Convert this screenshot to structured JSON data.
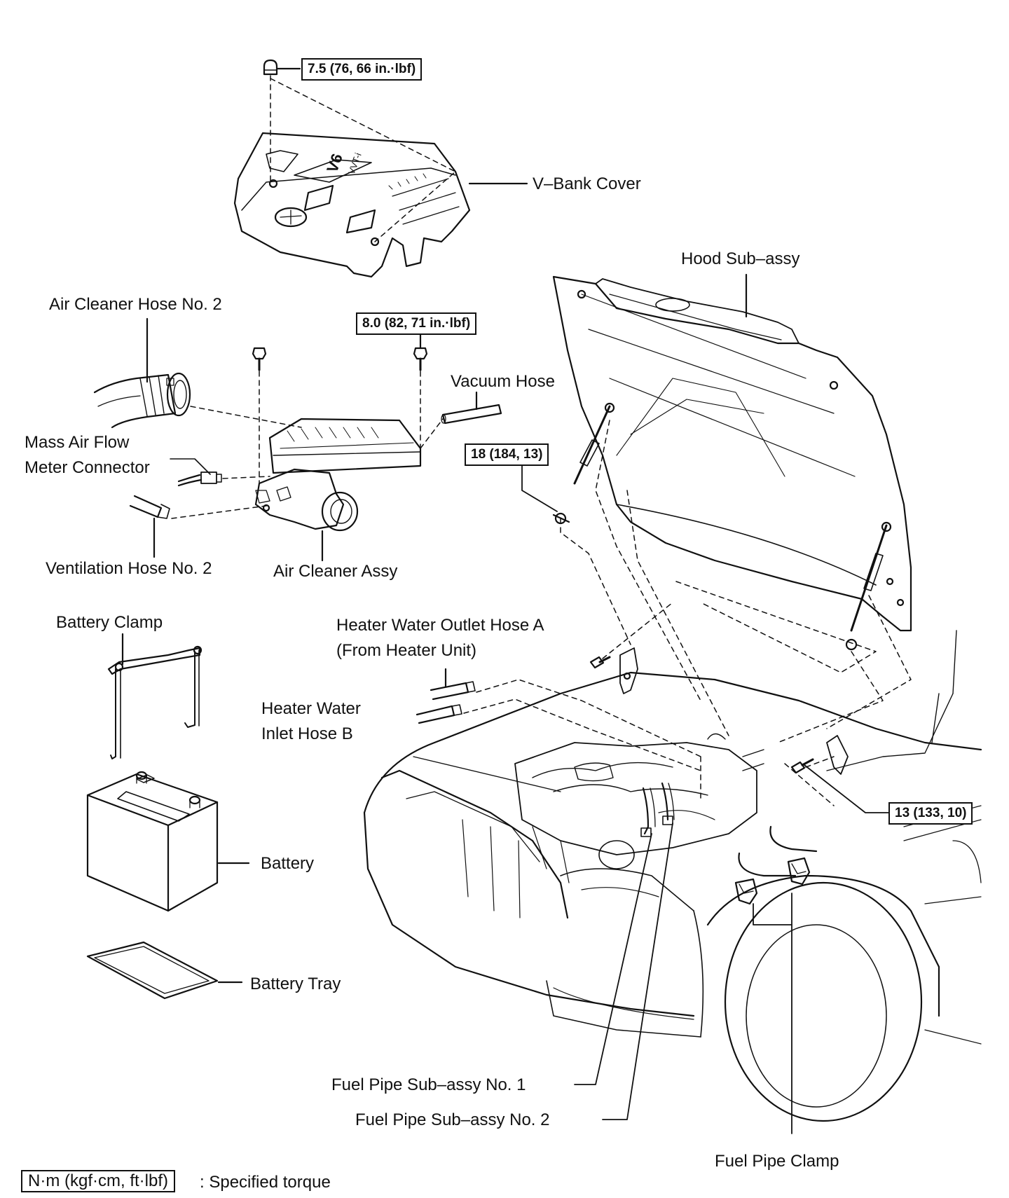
{
  "labels": {
    "v_bank_cover": "V–Bank Cover",
    "hood_sub_assy": "Hood Sub–assy",
    "air_cleaner_hose_no2": "Air Cleaner Hose No. 2",
    "vacuum_hose": "Vacuum Hose",
    "mass_air_flow_1": "Mass Air Flow",
    "mass_air_flow_2": "Meter Connector",
    "ventilation_hose_no2": "Ventilation Hose No. 2",
    "air_cleaner_assy": "Air Cleaner Assy",
    "battery_clamp": "Battery Clamp",
    "heater_outlet_1": "Heater Water Outlet Hose A",
    "heater_outlet_2": "(From Heater Unit)",
    "heater_inlet_1": "Heater Water",
    "heater_inlet_2": "Inlet Hose B",
    "battery": "Battery",
    "battery_tray": "Battery Tray",
    "fuel_pipe_no1": "Fuel Pipe Sub–assy No. 1",
    "fuel_pipe_no2": "Fuel Pipe Sub–assy No. 2",
    "fuel_pipe_clamp": "Fuel Pipe Clamp"
  },
  "torques": {
    "cover_nut": "7.5 (76, 66 in.·lbf)",
    "air_cleaner_bolt": "8.0 (82, 71 in.·lbf)",
    "hood_stay": "18 (184, 13)",
    "hinge_bolt": "13 (133, 10)"
  },
  "legend": {
    "unit_box": "N·m (kgf·cm, ft·lbf)",
    "text": ": Specified torque"
  },
  "cover_emblem": {
    "line1": "V6",
    "line2": "VVT-i"
  }
}
